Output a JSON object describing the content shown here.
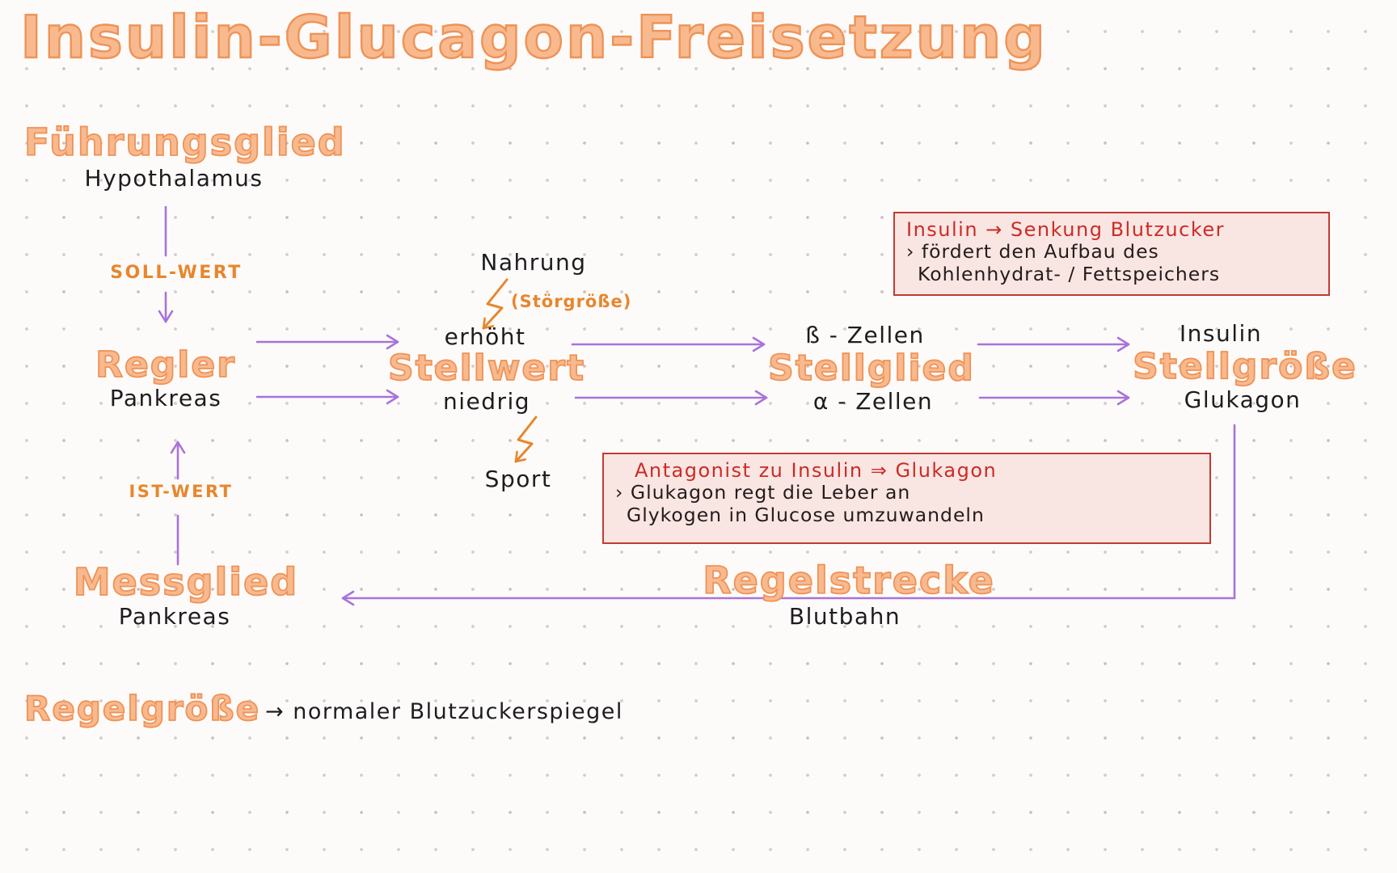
{
  "palette": {
    "bubble_fill": "#f9b98e",
    "bubble_outline": "#ee9357",
    "accent_orange": "#e8862d",
    "arrow_purple": "#a873d9",
    "ink": "#1d1d1f",
    "box_border": "#c23a33",
    "box_bg": "#f9e6e3",
    "box_red_text": "#cd2b25"
  },
  "title": "Insulin-Glucagon-Freisetzung",
  "fuehrungsglied": {
    "label": "Führungsglied",
    "sublabel": "Hypothalamus"
  },
  "soll_wert": "SOLL-WERT",
  "ist_wert": "IST-WERT",
  "regler": {
    "label": "Regler",
    "sublabel": "Pankreas"
  },
  "nahrung": {
    "label": "Nahrung",
    "note": "(Störgröße)"
  },
  "stellwert": {
    "above": "erhöht",
    "label": "Stellwert",
    "below": "niedrig"
  },
  "sport": "Sport",
  "stellglied": {
    "above": "ß - Zellen",
    "label": "Stellglied",
    "below": "α - Zellen"
  },
  "stellgroesse": {
    "above": "Insulin",
    "label": "Stellgröße",
    "below": "Glukagon"
  },
  "insulin_box": {
    "heading": "Insulin →  Senkung Blutzucker",
    "line1": "› fördert den Aufbau des",
    "line2": "Kohlenhydrat- / Fettspeichers"
  },
  "glukagon_box": {
    "heading": "Antagonist zu Insulin ⇒ Glukagon",
    "line1": "› Glukagon regt die Leber an",
    "line2": "Glykogen in Glucose umzuwandeln"
  },
  "messglied": {
    "label": "Messglied",
    "sublabel": "Pankreas"
  },
  "regelstrecke": {
    "label": "Regelstrecke",
    "sublabel": "Blutbahn"
  },
  "regelgroesse": {
    "label": "Regelgröße",
    "note": "→ normaler Blutzuckerspiegel"
  }
}
